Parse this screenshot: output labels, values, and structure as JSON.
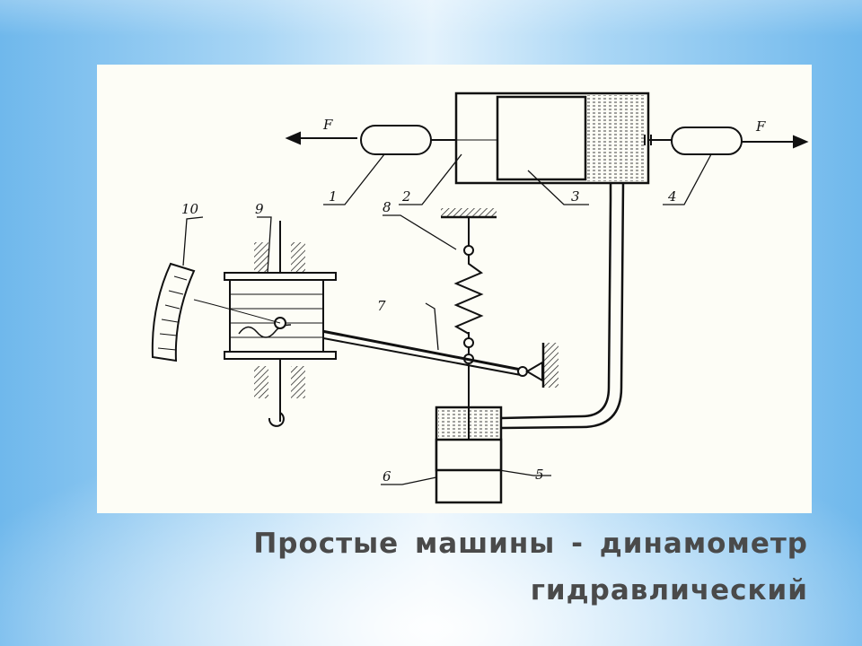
{
  "slide": {
    "title_line1": "Простые машины - динамометр",
    "title_line2": "гидравлический"
  },
  "diagram": {
    "force_labels": {
      "left": "F",
      "right": "F"
    },
    "callouts": [
      "1",
      "2",
      "3",
      "4",
      "5",
      "6",
      "7",
      "8",
      "9",
      "10"
    ]
  }
}
